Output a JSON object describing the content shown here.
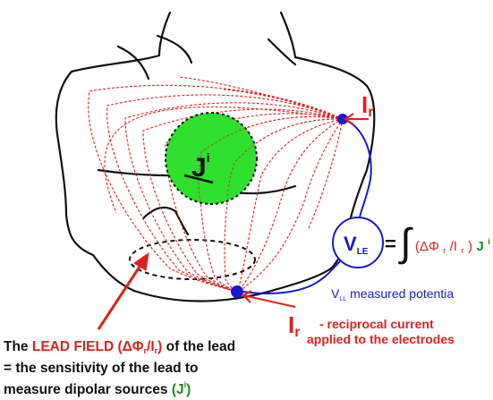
{
  "diagram": {
    "source": {
      "letter": "J",
      "superscript": "i"
    },
    "current_top": {
      "symbol": "I",
      "subscript": "r"
    },
    "current_bottom": {
      "symbol": "I",
      "subscript": "r"
    },
    "reciprocal_note": {
      "line1": "- reciprocal current",
      "line2": "applied to the electrodes"
    },
    "voltmeter": {
      "symbol": "V",
      "subscript": "LE"
    },
    "equation": {
      "equals": "=",
      "integral": "∫",
      "term_open": "(ΔΦ",
      "sub1": "r",
      "slash": "/I",
      "sub2": "r",
      "term_close": ")",
      "j": "J",
      "j_sup": "i"
    },
    "measured": {
      "symbol": "V",
      "subscript": "LL",
      "text": "measured potentia"
    },
    "caption": {
      "line1_pre": "The ",
      "line1_highlight": "LEAD FIELD",
      "line1_formula_open": " (ΔΦ",
      "line1_formula_sub1": "r",
      "line1_formula_slash": "/I",
      "line1_formula_sub2": "r",
      "line1_formula_close": ")",
      "line1_post": " of the lead",
      "line2": "= the sensitivity of the lead to",
      "line3_pre": "measure dipolar sources ",
      "line3_source": "(J",
      "line3_source_sup": "i",
      "line3_source_close": ")"
    },
    "colors": {
      "field_lines": "#e0201c",
      "highlight_red": "#e0201c",
      "source_green": "#2fe02f",
      "green_text": "#1e8a1e",
      "wire_blue": "#1818d0",
      "outline": "#111111"
    }
  }
}
